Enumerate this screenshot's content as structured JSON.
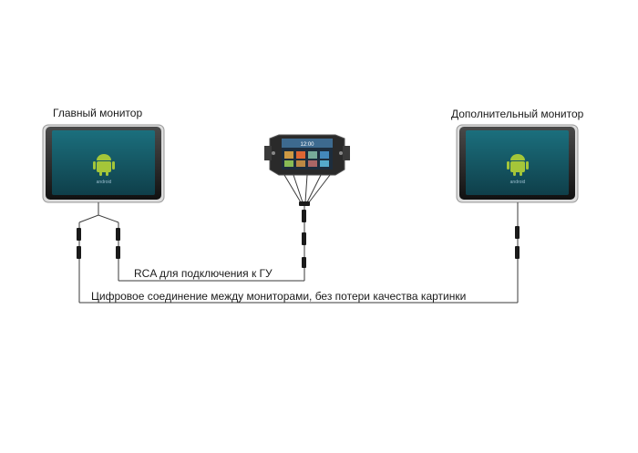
{
  "labels": {
    "main_monitor": "Главный монитор",
    "extra_monitor": "Дополнительный монитор",
    "rca": "RCA для подключения к ГУ",
    "digital": "Цифровое соединение между мониторами, без потери качества картинки"
  },
  "screens": {
    "logo_text": "android",
    "head_unit_clock": "12:00"
  },
  "colors": {
    "wire": "#3a3a3a",
    "screen_top": "#1b6f7d",
    "screen_bottom": "#0f3f4a",
    "android_green": "#a4c639"
  }
}
